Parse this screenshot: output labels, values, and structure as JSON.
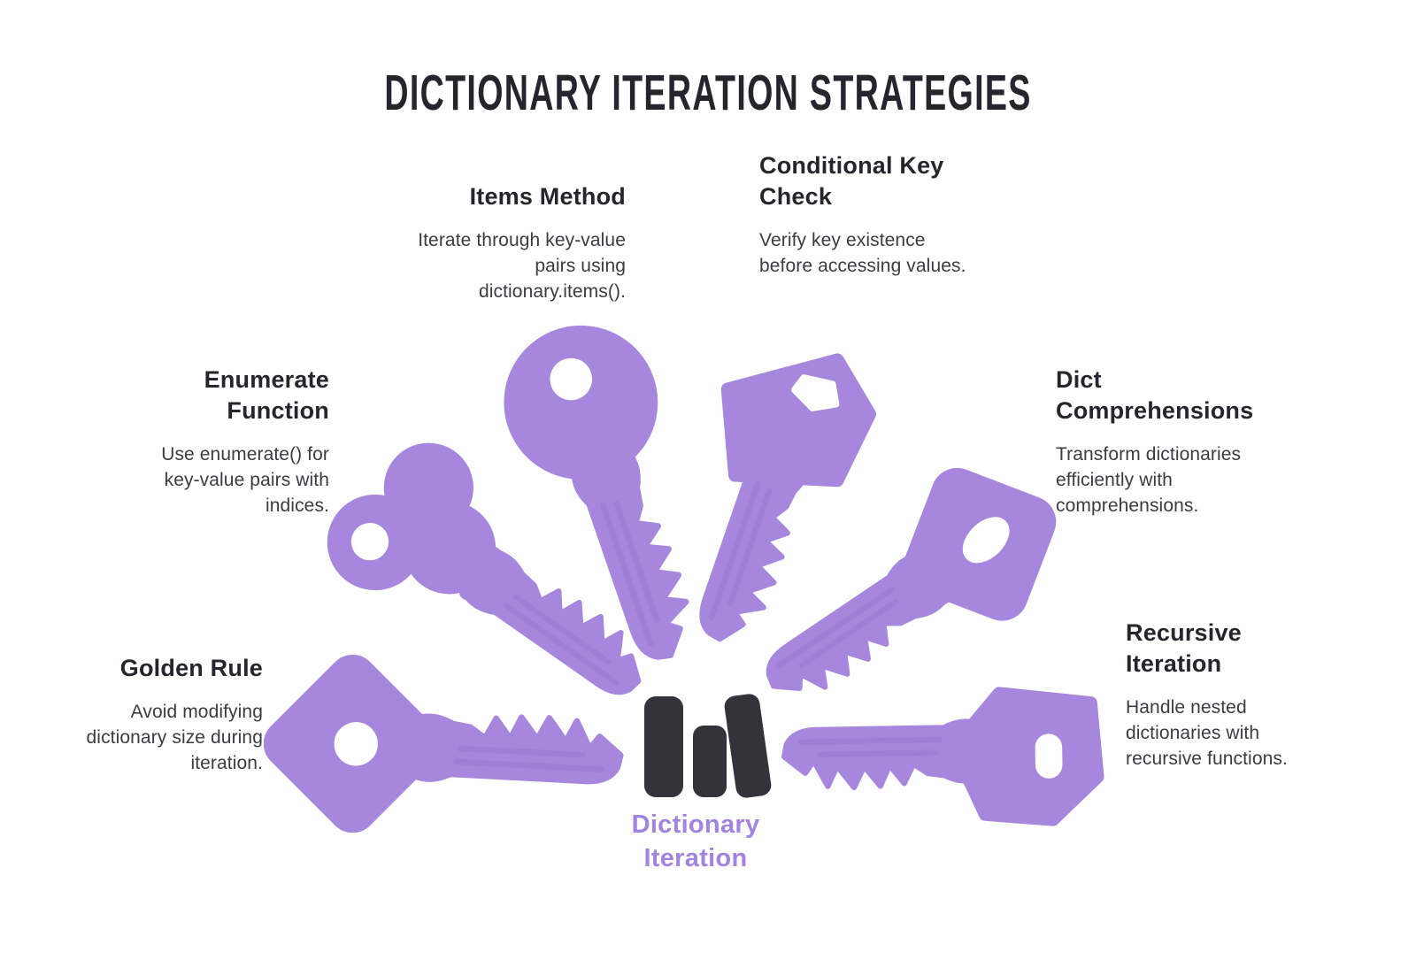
{
  "title": "DICTIONARY ITERATION STRATEGIES",
  "center": {
    "icon": "books-icon",
    "label_line1": "Dictionary",
    "label_line2": "Iteration"
  },
  "strategies": [
    {
      "id": "items-method",
      "icon": "key-icon",
      "heading": "Items Method",
      "body": "Iterate through key-value pairs using dictionary.items()."
    },
    {
      "id": "conditional-key-check",
      "icon": "key-icon",
      "heading": "Conditional Key Check",
      "body": "Verify key existence before accessing values."
    },
    {
      "id": "enumerate-function",
      "icon": "key-icon",
      "heading": "Enumerate Function",
      "body": "Use enumerate() for key-value pairs with indices."
    },
    {
      "id": "dict-comprehensions",
      "icon": "key-icon",
      "heading": "Dict Comprehensions",
      "body": "Transform dictionaries efficiently with comprehensions."
    },
    {
      "id": "golden-rule",
      "icon": "key-icon",
      "heading": "Golden Rule",
      "body": "Avoid modifying dictionary size during iteration."
    },
    {
      "id": "recursive-iteration",
      "icon": "key-icon",
      "heading": "Recursive Iteration",
      "body": "Handle nested dictionaries with recursive functions."
    }
  ],
  "colors": {
    "key_purple": "#a787dd",
    "key_groove": "#9372cc",
    "accent_purple": "#a284e0",
    "ink_dark": "#26252d",
    "body_text": "#3c3b42",
    "icon_dark": "#34323b",
    "background": "#ffffff"
  }
}
